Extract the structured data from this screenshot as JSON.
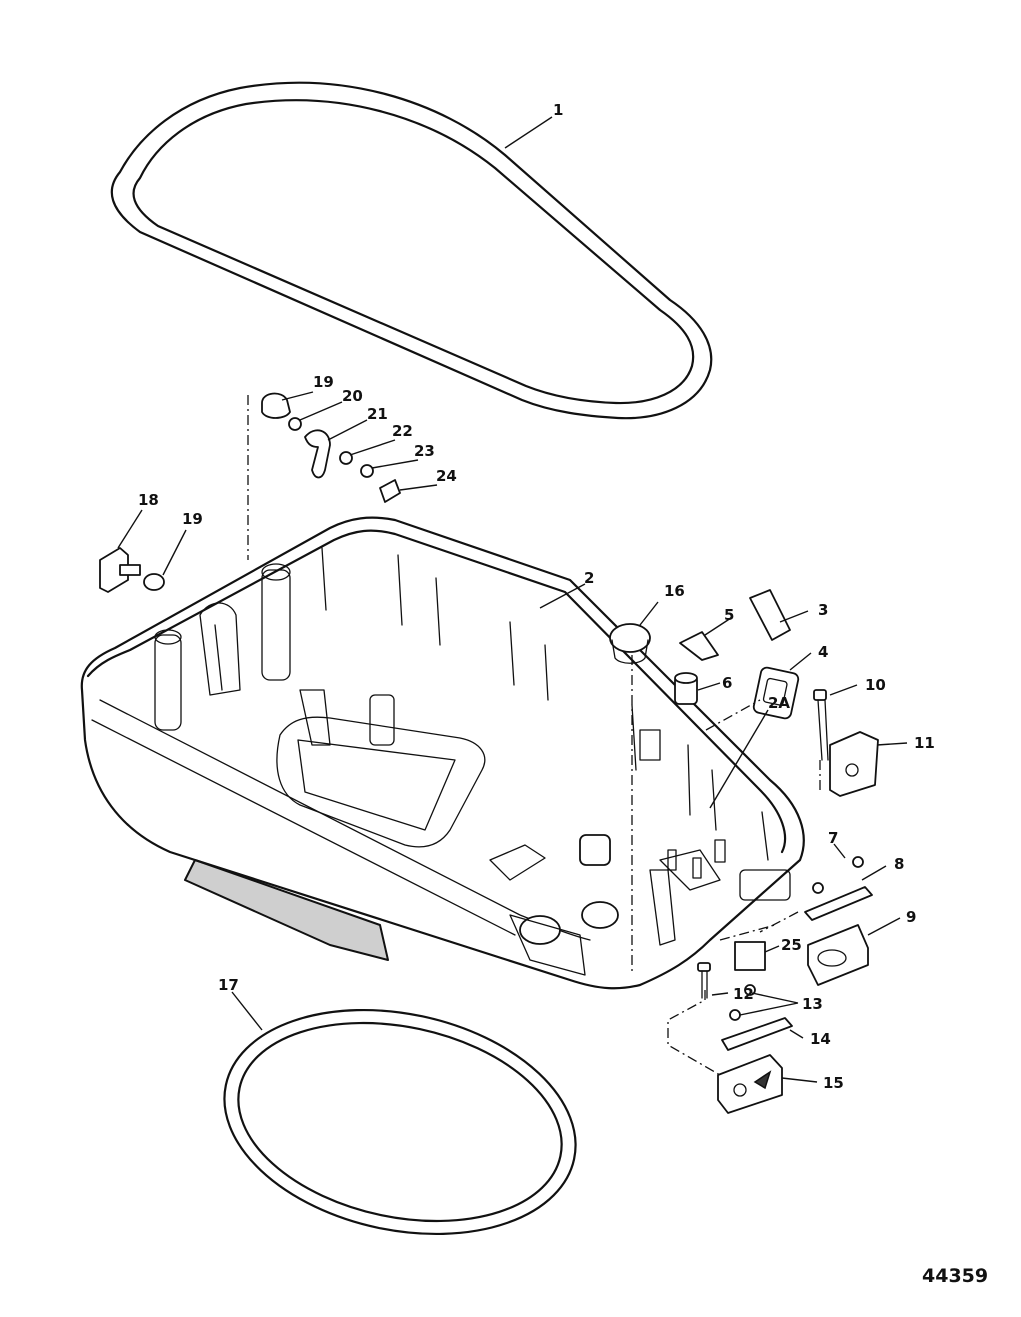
{
  "callouts": [
    {
      "id": "c1",
      "label": "1"
    },
    {
      "id": "c2",
      "label": "2"
    },
    {
      "id": "c2a",
      "label": "2A"
    },
    {
      "id": "c3",
      "label": "3"
    },
    {
      "id": "c4",
      "label": "4"
    },
    {
      "id": "c5",
      "label": "5"
    },
    {
      "id": "c6",
      "label": "6"
    },
    {
      "id": "c7",
      "label": "7"
    },
    {
      "id": "c8",
      "label": "8"
    },
    {
      "id": "c9",
      "label": "9"
    },
    {
      "id": "c10",
      "label": "10"
    },
    {
      "id": "c11",
      "label": "11"
    },
    {
      "id": "c12",
      "label": "12"
    },
    {
      "id": "c13",
      "label": "13"
    },
    {
      "id": "c14",
      "label": "14"
    },
    {
      "id": "c15",
      "label": "15"
    },
    {
      "id": "c16",
      "label": "16"
    },
    {
      "id": "c17",
      "label": "17"
    },
    {
      "id": "c18",
      "label": "18"
    },
    {
      "id": "c19a",
      "label": "19"
    },
    {
      "id": "c19b",
      "label": "19"
    },
    {
      "id": "c20",
      "label": "20"
    },
    {
      "id": "c21",
      "label": "21"
    },
    {
      "id": "c22",
      "label": "22"
    },
    {
      "id": "c23",
      "label": "23"
    },
    {
      "id": "c24",
      "label": "24"
    },
    {
      "id": "c25",
      "label": "25"
    }
  ],
  "reference_number": "44359"
}
